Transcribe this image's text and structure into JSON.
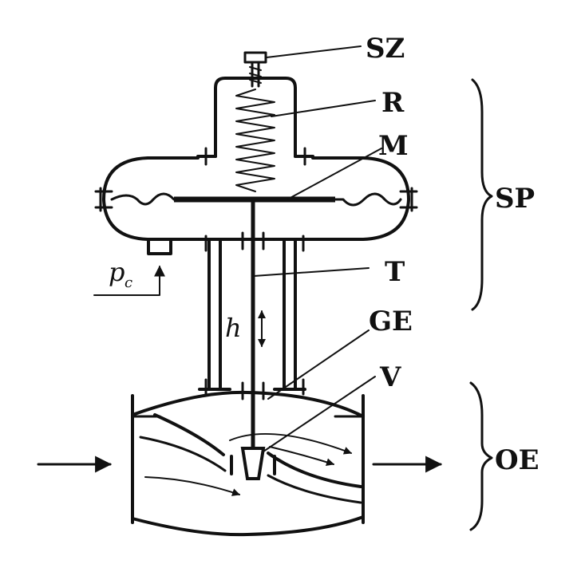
{
  "labels": {
    "sz": "SZ",
    "r": "R",
    "m": "M",
    "sp": "SP",
    "t": "T",
    "ge": "GE",
    "v": "V",
    "oe": "OE",
    "h": "h",
    "pc_main": "p",
    "pc_sub": "c"
  },
  "colors": {
    "ink": "#111111",
    "background": "#ffffff"
  }
}
